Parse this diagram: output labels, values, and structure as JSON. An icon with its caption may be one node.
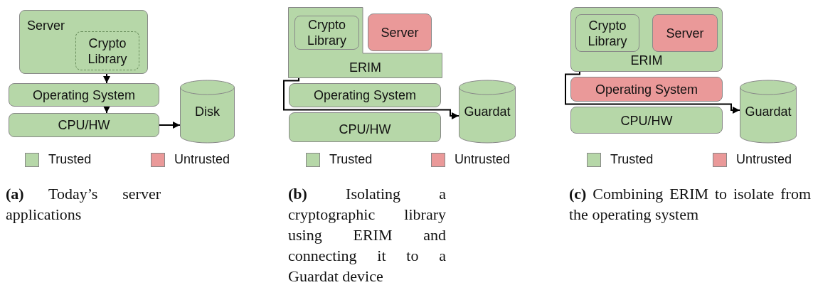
{
  "diagram": {
    "nodes": [
      {
        "text": [
          "Server"
        ]
      },
      {
        "text": [
          "Crypto Library"
        ],
        "in": 0
      },
      {
        "text": [
          "Operating System"
        ]
      },
      {
        "text": [
          "CPU/HW"
        ]
      },
      {
        "text": [
          "Disk"
        ]
      },
      {
        "text": [
          "ERIM"
        ]
      },
      {
        "text": [
          "Crypto Library"
        ],
        "in": 5
      },
      {
        "text": [
          "Server"
        ]
      },
      {
        "text": [
          "Operating System"
        ]
      },
      {
        "text": [
          "CPU/HW"
        ]
      },
      {
        "text": [
          "Guardat"
        ]
      },
      {
        "text": [
          "ERIM"
        ]
      },
      {
        "text": [
          "Crypto Library"
        ],
        "in": 11
      },
      {
        "text": [
          "Server"
        ],
        "in": 11
      },
      {
        "text": [
          "Operating System"
        ]
      },
      {
        "text": [
          "CPU/HW"
        ]
      },
      {
        "text": [
          "Guardat"
        ]
      }
    ],
    "edges": [
      {
        "from": 1,
        "to": 2,
        "arrow": "to"
      },
      {
        "from": 2,
        "to": 3,
        "arrow": "to"
      },
      {
        "from": 3,
        "to": 4,
        "arrow": "to"
      },
      {
        "from": 6,
        "to": 10,
        "arrow": "to"
      },
      {
        "from": 12,
        "to": 16,
        "arrow": "to"
      }
    ],
    "labels": [
      "**(a)** Today’s server applications",
      "**(b)** Isolating a cryptographic library using ERIM and connecting it to a Guardat device",
      "**(c)** Combining ERIM to isolate from the operating system"
    ],
    "legend": [
      {
        "text": "Trusted",
        "color": "#b6d7a8"
      },
      {
        "text": "Untrusted",
        "color": "#ea9999"
      },
      {
        "text": "Trusted",
        "color": "#b6d7a8"
      },
      {
        "text": "Untrusted",
        "color": "#ea9999"
      },
      {
        "text": "Trusted",
        "color": "#b6d7a8"
      },
      {
        "text": "Untrusted",
        "color": "#ea9999"
      }
    ]
  }
}
